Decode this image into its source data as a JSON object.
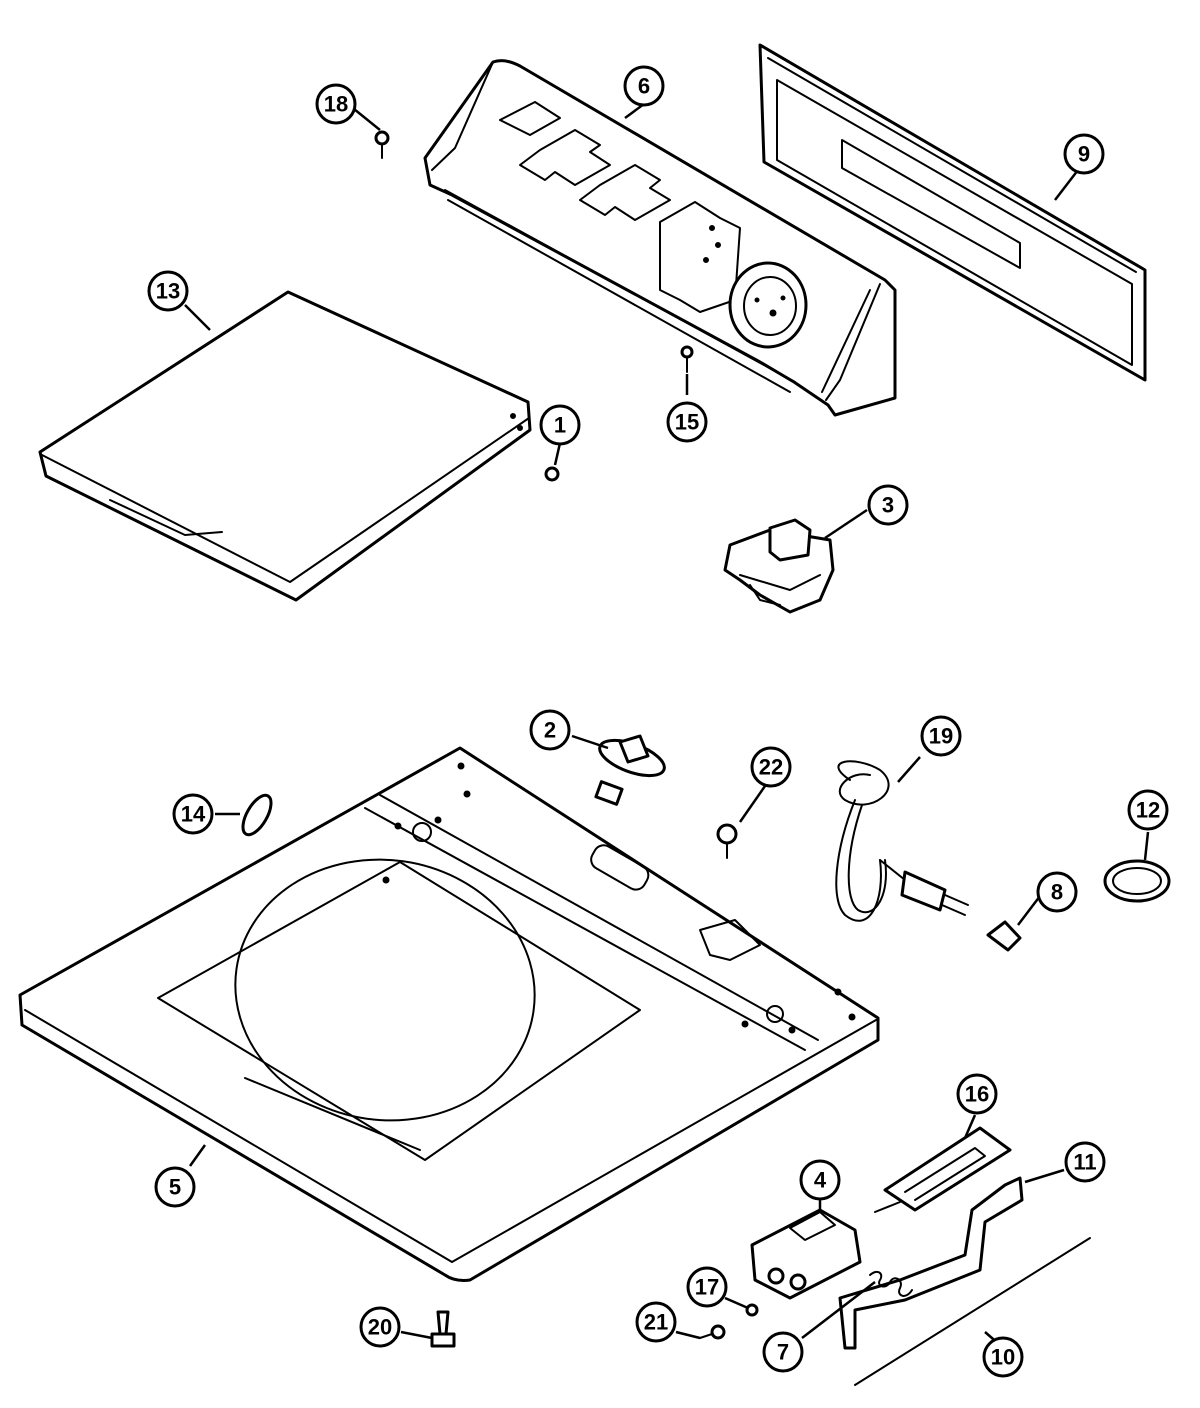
{
  "callouts": [
    {
      "id": "1",
      "label": "1"
    },
    {
      "id": "2",
      "label": "2"
    },
    {
      "id": "3",
      "label": "3"
    },
    {
      "id": "4",
      "label": "4"
    },
    {
      "id": "5",
      "label": "5"
    },
    {
      "id": "6",
      "label": "6"
    },
    {
      "id": "7",
      "label": "7"
    },
    {
      "id": "8",
      "label": "8"
    },
    {
      "id": "9",
      "label": "9"
    },
    {
      "id": "10",
      "label": "10"
    },
    {
      "id": "11",
      "label": "11"
    },
    {
      "id": "12",
      "label": "12"
    },
    {
      "id": "13",
      "label": "13"
    },
    {
      "id": "14",
      "label": "14"
    },
    {
      "id": "15",
      "label": "15"
    },
    {
      "id": "16",
      "label": "16"
    },
    {
      "id": "17",
      "label": "17"
    },
    {
      "id": "18",
      "label": "18"
    },
    {
      "id": "19",
      "label": "19"
    },
    {
      "id": "20",
      "label": "20"
    },
    {
      "id": "21",
      "label": "21"
    },
    {
      "id": "22",
      "label": "22"
    }
  ],
  "colors": {
    "line": "#000000",
    "paper": "#ffffff"
  }
}
